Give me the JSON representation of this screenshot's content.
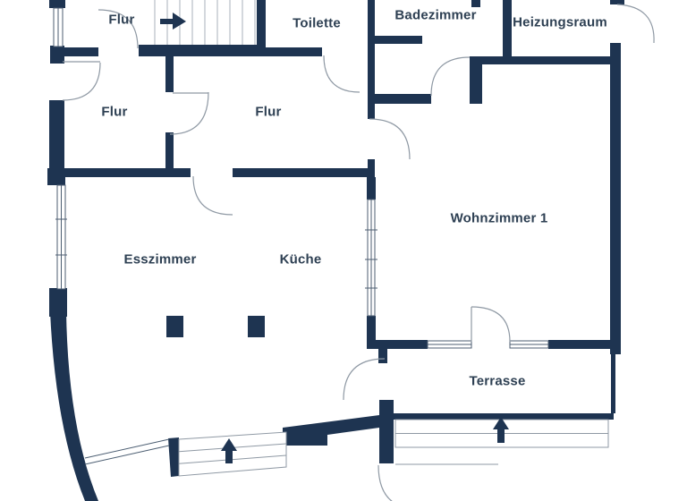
{
  "plan": {
    "type": "floor-plan",
    "language": "de",
    "colors": {
      "bg": "#ffffff",
      "wall": "#1e3451",
      "text": "#2e4053",
      "door_line": "#8f99a4",
      "window_line": "#4c5e72",
      "tread_line": "#a8b1bb"
    },
    "rooms": [
      {
        "id": "flur-top",
        "label": "Flur"
      },
      {
        "id": "toilette",
        "label": "Toilette"
      },
      {
        "id": "badezimmer",
        "label": "Badezimmer"
      },
      {
        "id": "heizungsraum",
        "label": "Heizungsraum"
      },
      {
        "id": "flur-left",
        "label": "Flur"
      },
      {
        "id": "flur-main",
        "label": "Flur"
      },
      {
        "id": "esszimmer",
        "label": "Esszimmer"
      },
      {
        "id": "kueche",
        "label": "Küche"
      },
      {
        "id": "wohnzimmer",
        "label": "Wohnzimmer 1"
      },
      {
        "id": "terrasse",
        "label": "Terrasse"
      }
    ],
    "markers": [
      {
        "name": "staircase-direction-arrow",
        "shape": "arrow-right"
      },
      {
        "name": "entrance-steps-arrow",
        "shape": "arrow-up"
      },
      {
        "name": "terrasse-steps-arrow",
        "shape": "arrow-up"
      }
    ]
  }
}
